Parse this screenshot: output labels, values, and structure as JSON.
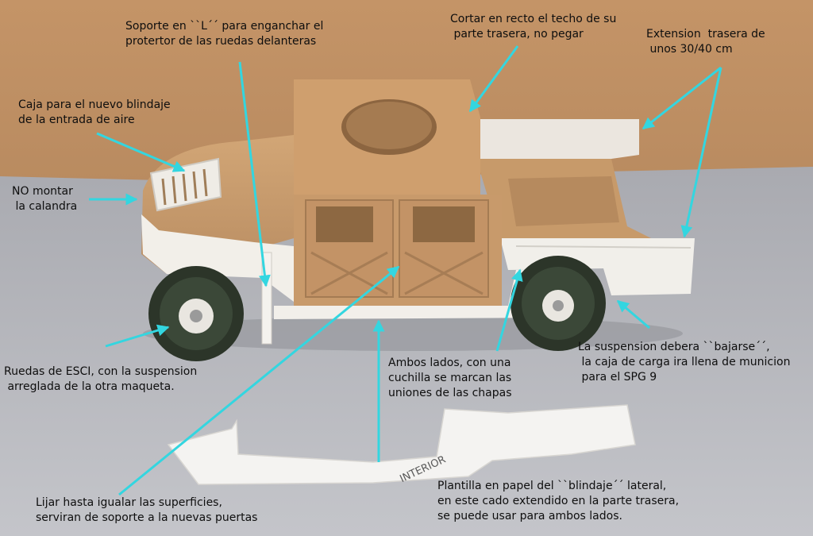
{
  "annotations": {
    "soporte": "Soporte en ``L´´ para enganchar el\nprotertor de las ruedas delanteras",
    "cortar": "Cortar en recto el techo de su\n parte trasera, no pegar",
    "extension": "Extension  trasera de\n unos 30/40 cm",
    "caja": "Caja para el nuevo blindaje\nde la entrada de aire",
    "no_montar": "NO montar\n la calandra",
    "ruedas": "Ruedas de ESCI, con la suspension\n arreglada de la otra maqueta.",
    "ambos": "Ambos lados, con una\ncuchilla se marcan las\nuniones de las chapas",
    "suspension": "La suspension debera ``bajarse´´,\n la caja de carga ira llena de municion\n para el SPG 9",
    "lijar": "Lijar hasta igualar las superficies,\nserviran de soporte a la nuevas puertas",
    "plantilla": "Plantilla en papel del ``blindaje´´ lateral,\nen este cado extendido en la parte trasera,\nse puede usar para ambos lados."
  },
  "template_handwriting": "INTERIOR",
  "colors": {
    "arrow": "#33d6e0",
    "wall": "#c99a6c",
    "table": "#b8b9bf",
    "model_tan": "#c6996b",
    "plasticard": "#f2f1ee",
    "tire": "#2f3a2c"
  }
}
